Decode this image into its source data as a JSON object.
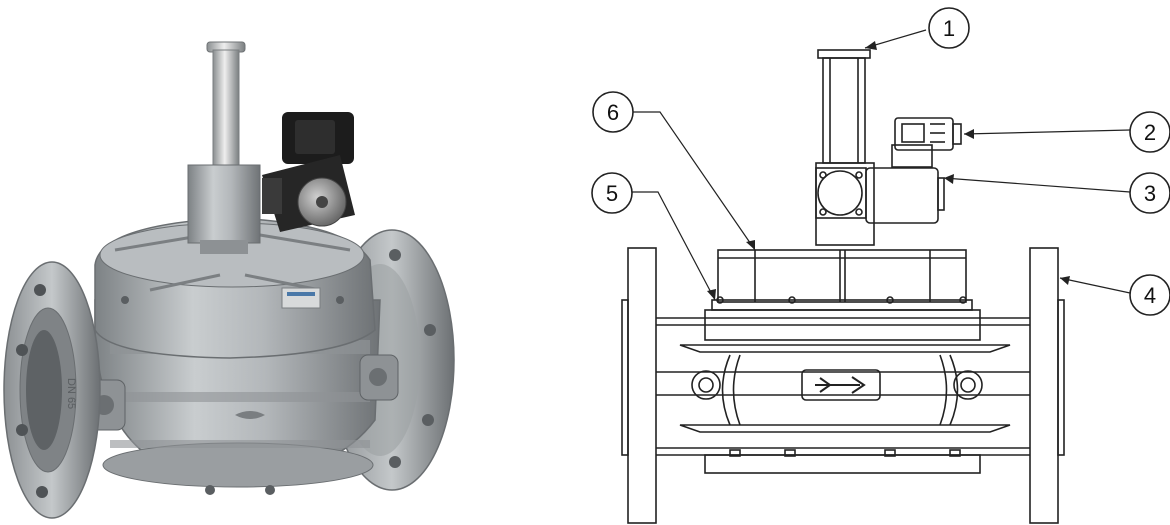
{
  "photo": {
    "flange_marking": "DN 65"
  },
  "drawing": {
    "callouts": [
      "1",
      "2",
      "3",
      "4",
      "5",
      "6"
    ]
  },
  "colors": {
    "body_metal": "#a9adb0",
    "body_dark": "#6e7275",
    "coil_black": "#1c1c1c",
    "line": "#222222"
  }
}
